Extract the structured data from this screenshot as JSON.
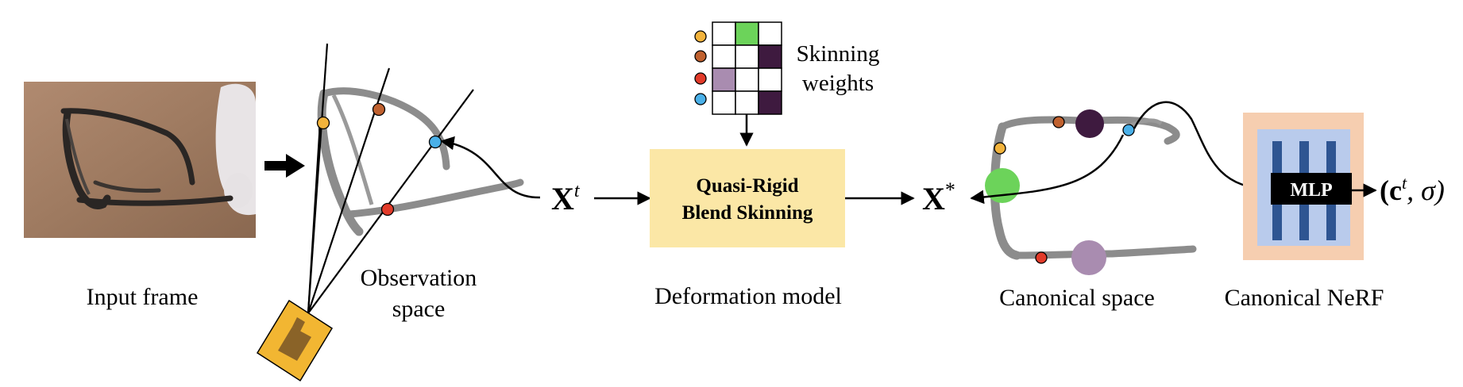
{
  "labels": {
    "input_frame": "Input frame",
    "observation_line1": "Observation",
    "observation_line2": "space",
    "deformation_model": "Deformation model",
    "canonical_space": "Canonical space",
    "canonical_nerf": "Canonical NeRF",
    "skinning_line1": "Skinning",
    "skinning_line2": "weights",
    "qrbs_line1": "Quasi-Rigid",
    "qrbs_line2": "Blend Skinning",
    "mlp": "MLP",
    "x_t_base": "X",
    "x_t_sup": "t",
    "x_star_base": "X",
    "x_star_sup": "*",
    "output_open": "(",
    "output_c": "c",
    "output_sup": "t",
    "output_rest": ", σ)"
  },
  "colors": {
    "point_yellow": "#f2b33c",
    "point_brown": "#c0612f",
    "point_red": "#e23b2a",
    "point_blue": "#4ab0e8",
    "weight_green": "#6cd35a",
    "weight_dark": "#3e1a3f",
    "weight_lilac": "#a98cb0",
    "block_yellow": "#fbe7a6",
    "nerf_outer": "#f6ceb0",
    "nerf_inner": "#b9cbec",
    "nerf_bar": "#2e5592",
    "glasses_gray": "#888888",
    "camera_orange": "#f2b632"
  },
  "skinning_weights_grid": [
    [
      "empty",
      "green",
      "empty"
    ],
    [
      "empty",
      "empty",
      "dark"
    ],
    [
      "lilac",
      "empty",
      "empty"
    ],
    [
      "empty",
      "empty",
      "dark"
    ]
  ],
  "icons": [
    "right-arrow-icon",
    "camera-icon",
    "glasses-photo"
  ]
}
